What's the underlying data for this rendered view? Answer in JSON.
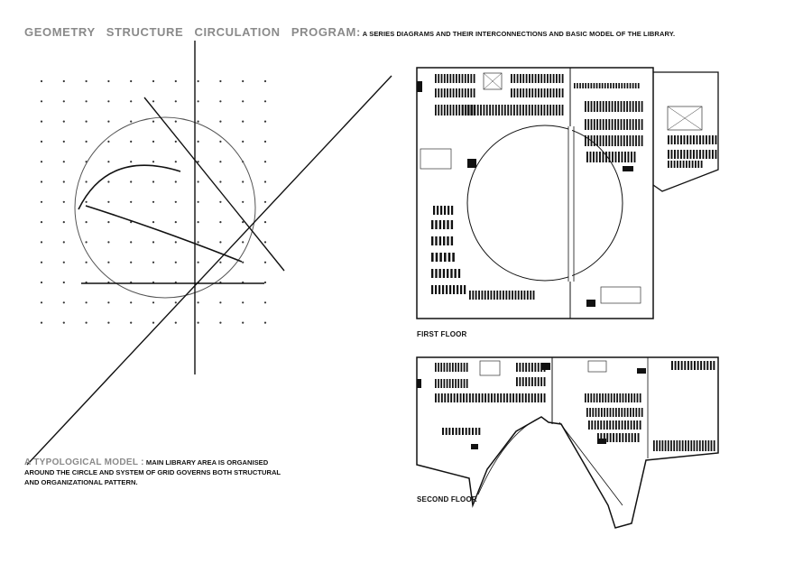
{
  "header": {
    "title": "GEOMETRY   STRUCTURE   CIRCULATION   PROGRAM:",
    "subtitle": " A SERIES DIAGRAMS AND THEIR INTERCONNECTIONS AND BASIC MODEL OF THE LIBRARY."
  },
  "caption": {
    "lead": "A TYPOLOGICAL MODEL :",
    "text": " MAIN LIBRARY AREA IS ORGANISED AROUND THE CIRCLE AND SYSTEM OF GRID GOVERNS BOTH STRUCTURAL AND ORGANIZATIONAL PATTERN."
  },
  "plans": {
    "first_floor_label": "FIRST FLOOR",
    "second_floor_label": "SECOND FLOOR"
  }
}
